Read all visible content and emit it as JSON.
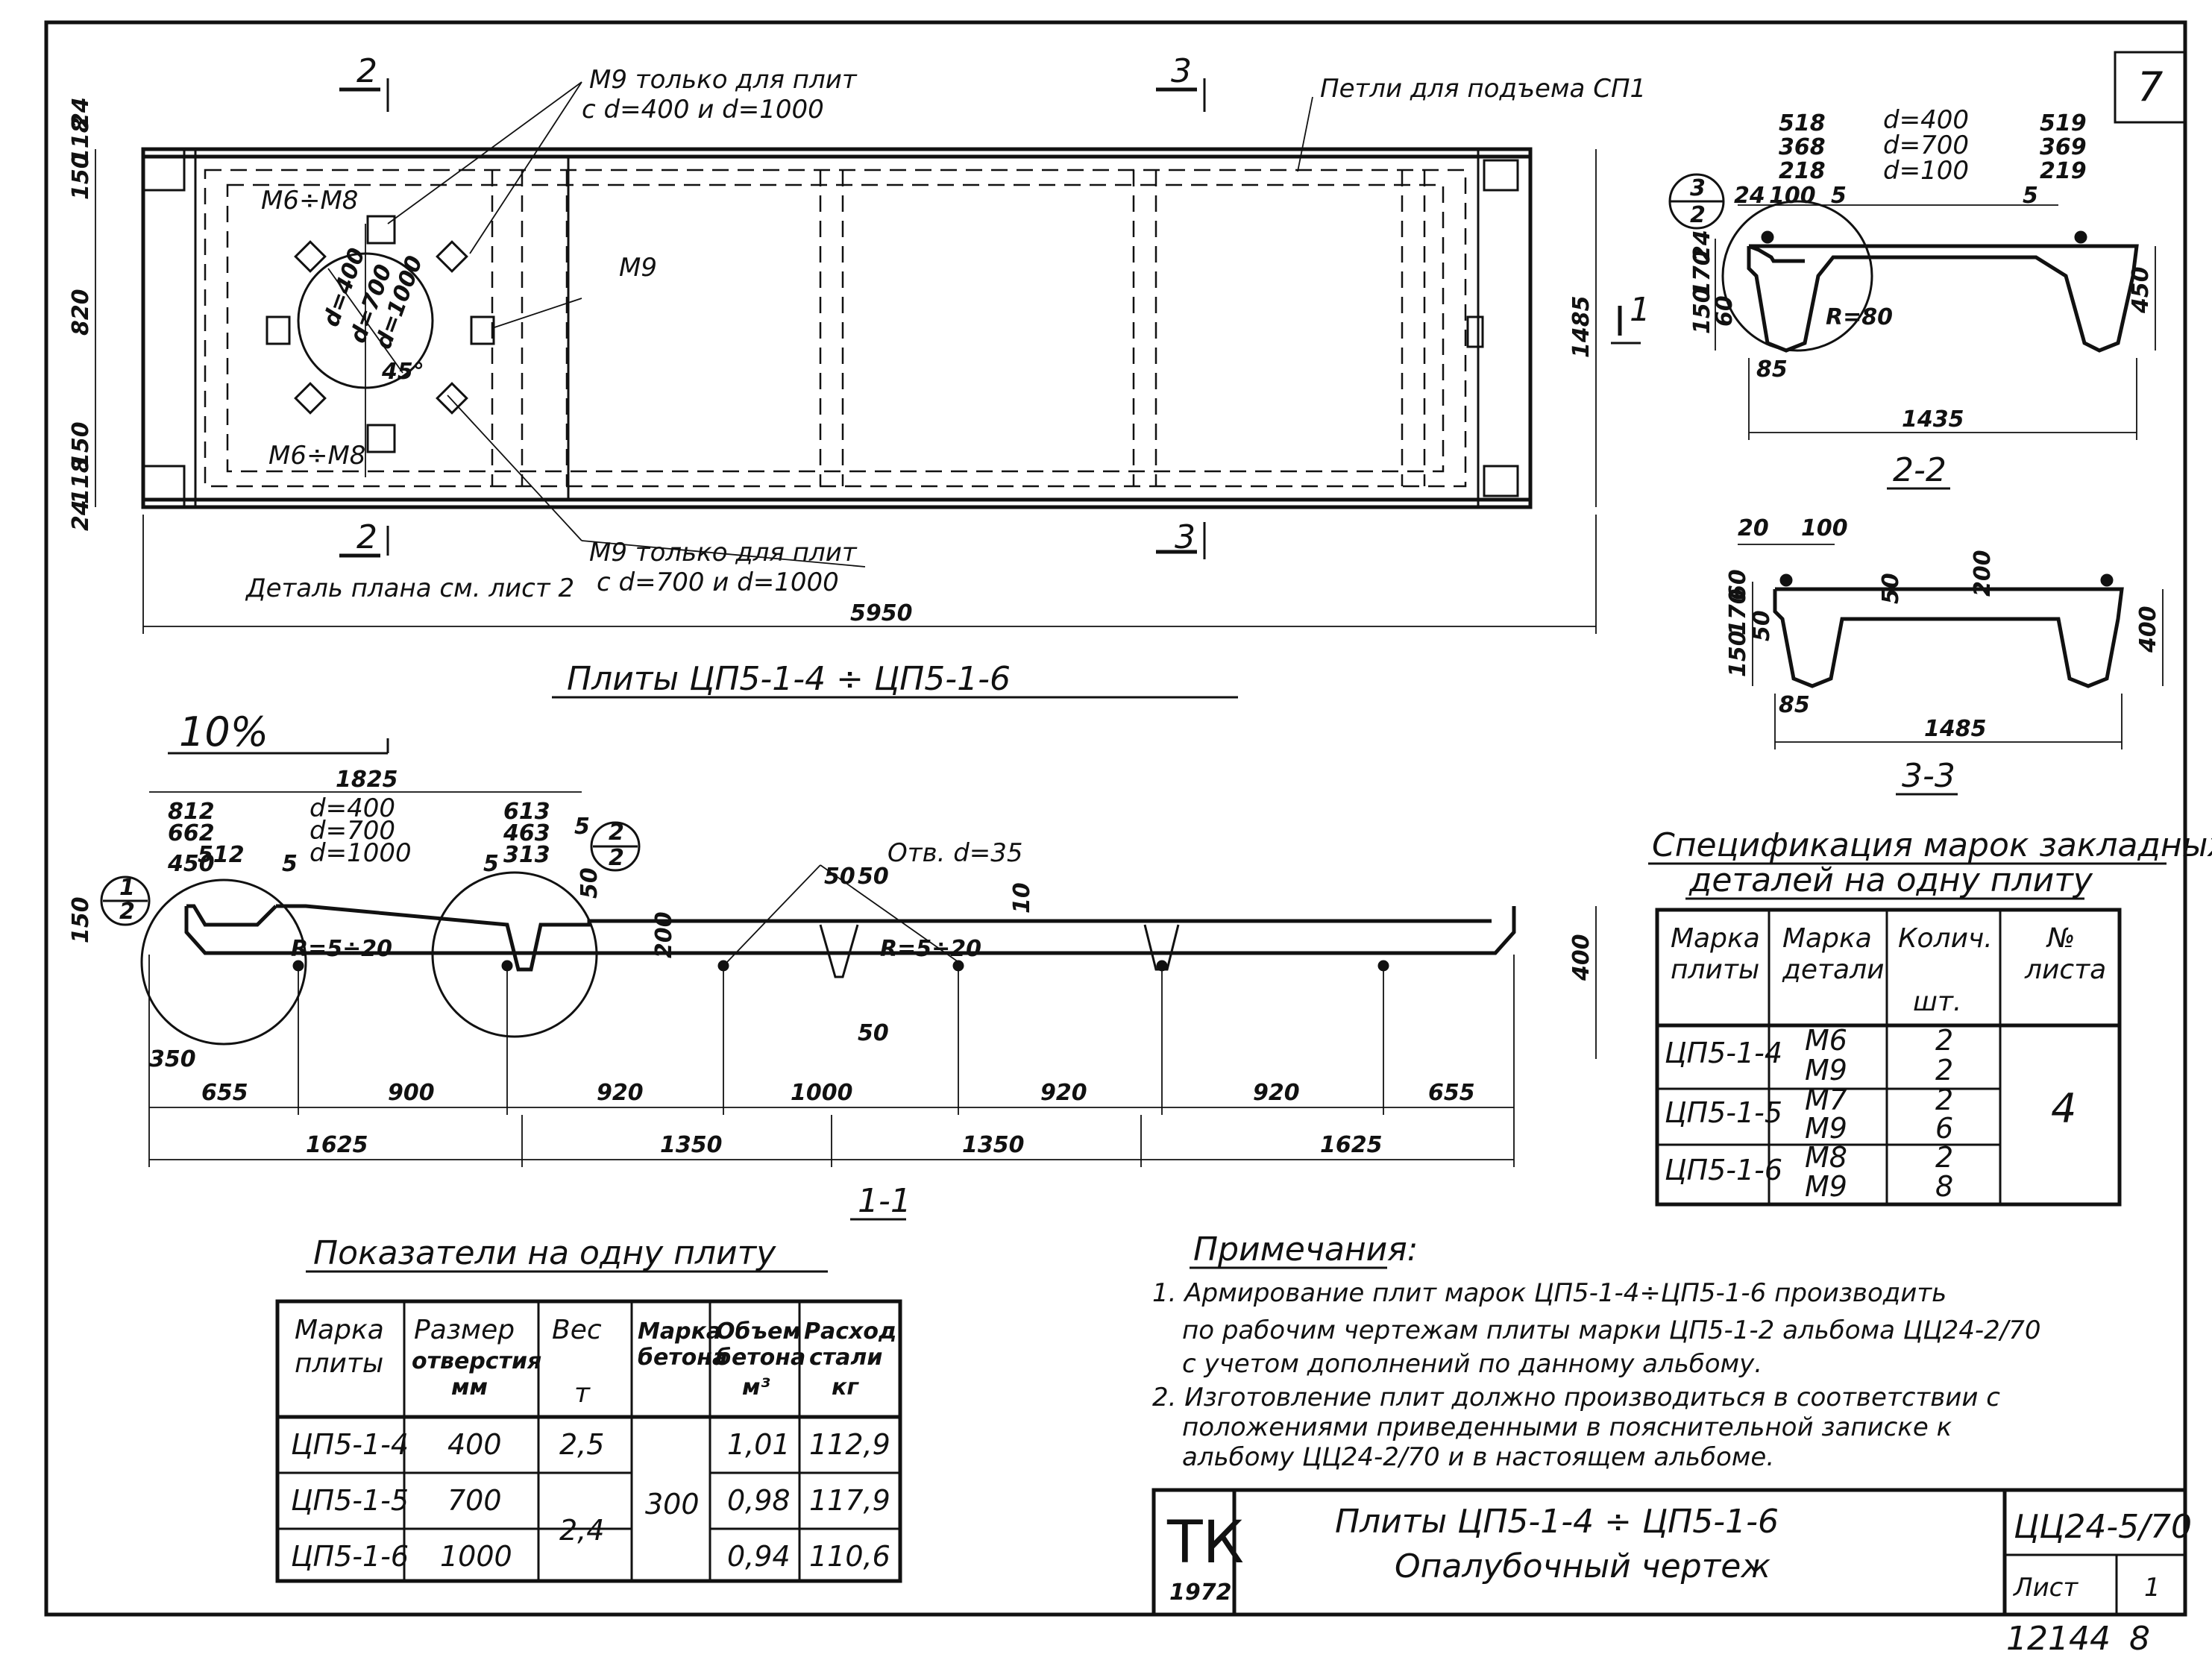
{
  "sheet": {
    "number": "7",
    "note_handwritten": "10%"
  },
  "plan": {
    "leader_m9_400": [
      "М9 только для плит",
      "с d=400 и d=1000"
    ],
    "leader_m9_700": [
      "М9 только для плит",
      "с d=700 и d=1000"
    ],
    "leader_loops": "Петли для подъема СП1",
    "label_m6m8_top": "М6÷М8",
    "label_m6m8_bottom": "М6÷М8",
    "label_m9": "М9",
    "circle_d": [
      "d=400",
      "d=700",
      "d=1000"
    ],
    "angle": "45°",
    "section_marks": [
      "2",
      "2",
      "3",
      "3",
      "1"
    ],
    "left_dims": [
      "24",
      "118",
      "150",
      "820",
      "150",
      "118",
      "24"
    ],
    "width_dim": "1485",
    "length_dim": "5950",
    "detail_ref": "Деталь плана см. лист 2",
    "title": "Плиты ЦП5-1-4 ÷ ЦП5-1-6"
  },
  "section22": {
    "dims_top_left": [
      "518",
      "368",
      "218"
    ],
    "d_values": [
      "d=400",
      "d=700",
      "d=100"
    ],
    "dims_top_right": [
      "519",
      "369",
      "219"
    ],
    "small_dims": [
      "24",
      "100",
      "5",
      "5"
    ],
    "left_dims": [
      "24",
      "170",
      "150",
      "60"
    ],
    "radius": "R=80",
    "base_dim": "85",
    "height_dim": "450",
    "width_dim": "1435",
    "circle_label": [
      "3",
      "2"
    ],
    "title": "2-2"
  },
  "section33": {
    "dims_top": [
      "20",
      "100",
      "50",
      "200"
    ],
    "left_dims": [
      "60",
      "170",
      "50",
      "150"
    ],
    "base_dim": "85",
    "height_dim": "400",
    "width_dim": "1485",
    "title": "3-3"
  },
  "section11": {
    "top_dim": "1825",
    "dims_left_group": [
      "812",
      "662",
      "512"
    ],
    "d_values": [
      "d=400",
      "d=700",
      "d=1000"
    ],
    "dims_right_group": [
      "613",
      "463",
      "313"
    ],
    "dims_misc": [
      "450",
      "5",
      "5",
      "5",
      "50",
      "50",
      "50",
      "10",
      "50",
      "200"
    ],
    "radius_labels": [
      "R=5÷20",
      "R=5÷20"
    ],
    "hole": "Отв. d=35",
    "left_dims": [
      "150"
    ],
    "height_dim": "400",
    "dim_350": "350",
    "chain1": [
      "655",
      "900",
      "920",
      "1000",
      "920",
      "920",
      "655"
    ],
    "chain2": [
      "1625",
      "1350",
      "1350",
      "1625"
    ],
    "circle_labels": [
      [
        "1",
        "2"
      ],
      [
        "2",
        "2"
      ]
    ],
    "title": "1-1"
  },
  "spec_table": {
    "title": [
      "Спецификация марок закладных",
      "деталей на одну плиту"
    ],
    "headers": [
      [
        "Марка",
        "плиты"
      ],
      [
        "Марка",
        "детали"
      ],
      [
        "Колич.",
        "шт."
      ],
      [
        "№",
        "листа"
      ]
    ],
    "rows": [
      {
        "plate": "ЦП5-1-4",
        "parts": [
          "М6",
          "М9"
        ],
        "qty": [
          "2",
          "2"
        ]
      },
      {
        "plate": "ЦП5-1-5",
        "parts": [
          "М7",
          "М9"
        ],
        "qty": [
          "2",
          "6"
        ]
      },
      {
        "plate": "ЦП5-1-6",
        "parts": [
          "М8",
          "М9"
        ],
        "qty": [
          "2",
          "8"
        ]
      }
    ],
    "sheet_no": "4"
  },
  "indicators_table": {
    "title": "Показатели на одну плиту",
    "headers": [
      [
        "Марка",
        "плиты"
      ],
      [
        "Размер",
        "отверстия",
        "мм"
      ],
      [
        "Вес",
        "",
        "т"
      ],
      [
        "Марка",
        "бетона"
      ],
      [
        "Объем",
        "бетона",
        "м³"
      ],
      [
        "Расход",
        "стали",
        "кг"
      ]
    ],
    "rows": [
      {
        "plate": "ЦП5-1-4",
        "hole": "400",
        "volume": "1,01",
        "steel": "112,9"
      },
      {
        "plate": "ЦП5-1-5",
        "hole": "700",
        "volume": "0,98",
        "steel": "117,9"
      },
      {
        "plate": "ЦП5-1-6",
        "hole": "1000",
        "volume": "0,94",
        "steel": "110,6"
      }
    ],
    "weight_first": "2,5",
    "weight_merged": "2,4",
    "concrete_merged": "300"
  },
  "notes": {
    "title": "Примечания:",
    "lines": [
      "1. Армирование плит марок ЦП5-1-4÷ЦП5-1-6 производить",
      "по рабочим чертежам плиты марки ЦП5-1-2 альбома ЦЦ24-2/70",
      "с учетом дополнений по данному альбому.",
      "2. Изготовление плит должно производиться в соответствии с",
      "положениями приведенными в пояснительной записке к",
      "альбому ЦЦ24-2/70 и в настоящем альбоме."
    ]
  },
  "title_block": {
    "logo": "ТК",
    "year": "1972",
    "name1": "Плиты ЦП5-1-4 ÷ ЦП5-1-6",
    "name2": "Опалубочный чертеж",
    "album": "ЦЦ24-5/70",
    "sheet_label": "Лист",
    "sheet_value": "1",
    "footer_num": "12144",
    "footer_page": "8"
  }
}
